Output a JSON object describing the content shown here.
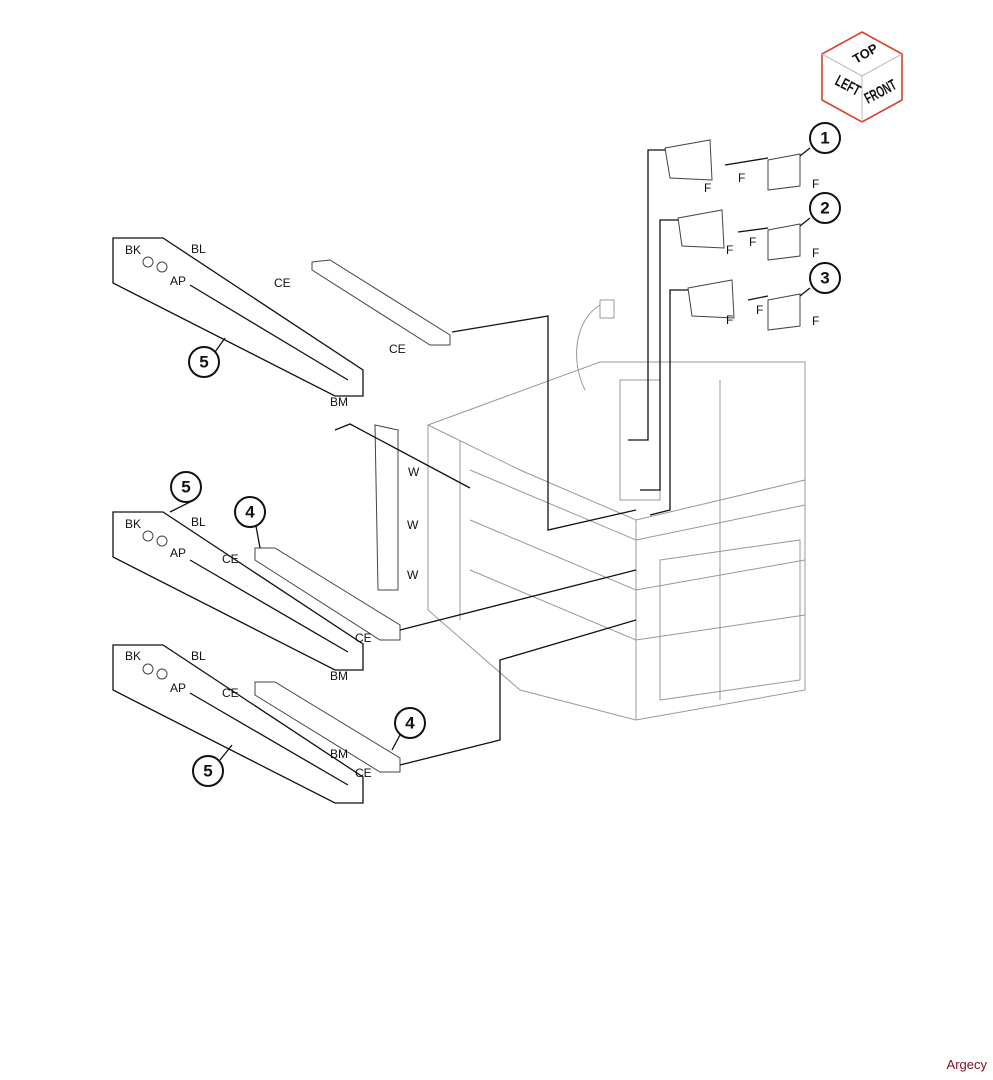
{
  "orientation_cube": {
    "top": "TOP",
    "left": "LEFT",
    "front": "FRONT",
    "edge_color": "#d9412b"
  },
  "callouts": [
    "1",
    "2",
    "3",
    "5",
    "5",
    "4",
    "4",
    "5"
  ],
  "labels": [
    "F",
    "F",
    "F",
    "F",
    "F",
    "F",
    "F",
    "F",
    "F",
    "BK",
    "BL",
    "AP",
    "CE",
    "CE",
    "BM",
    "W",
    "W",
    "W",
    "BK",
    "BL",
    "AP",
    "CE",
    "CE",
    "BM",
    "BK",
    "BL",
    "AP",
    "CE",
    "BM",
    "CE"
  ],
  "watermark": "Argecy"
}
